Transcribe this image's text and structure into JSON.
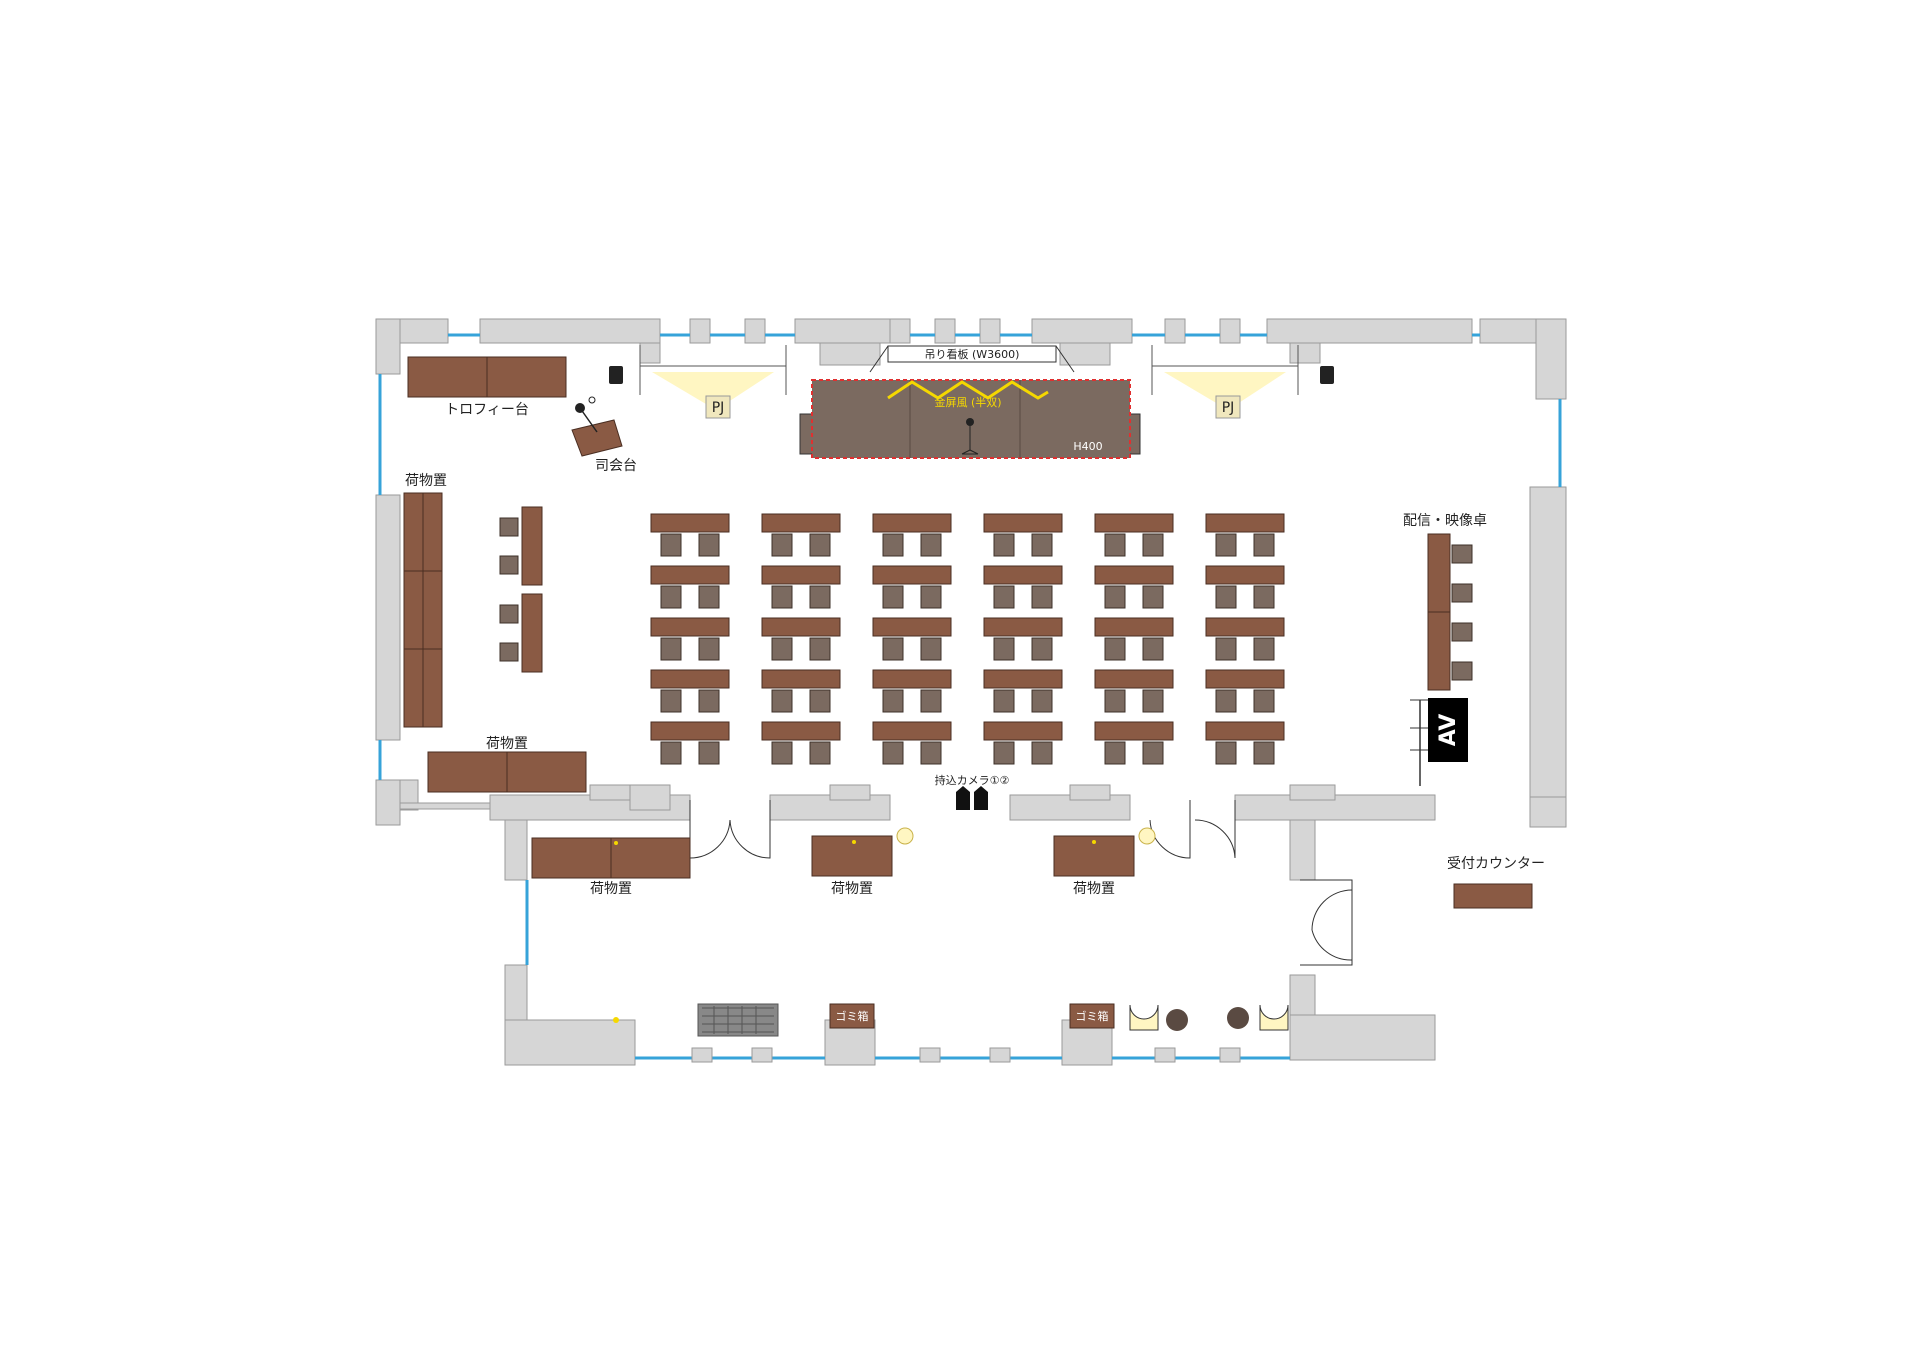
{
  "labels": {
    "sign": "吊り看板 (W3600)",
    "byobu": "金屏風 (半双)",
    "stage_height": "H400",
    "pj_left": "PJ",
    "pj_right": "PJ",
    "trophy": "トロフィー台",
    "emcee": "司会台",
    "luggage_left": "荷物置",
    "luggage_bottom_left": "荷物置",
    "luggage_lobby_1": "荷物置",
    "luggage_lobby_2": "荷物置",
    "luggage_lobby_3": "荷物置",
    "av_desk": "配信・映像卓",
    "av": "AV",
    "camera": "持込カメラ①②",
    "reception": "受付カウンター",
    "trash_1": "ゴミ箱",
    "trash_2": "ゴミ箱"
  },
  "seating": {
    "columns": 6,
    "rows": 5,
    "chairs_per_table": 2
  },
  "colors": {
    "wall": "#d6d6d6",
    "glass": "#36a3d9",
    "table": "#8a5a44",
    "chair": "#7b6a60",
    "stage": "#7b6a60",
    "byobu_line": "#f5d800",
    "stage_border": "#e03030",
    "projection": "#fff6c2"
  }
}
